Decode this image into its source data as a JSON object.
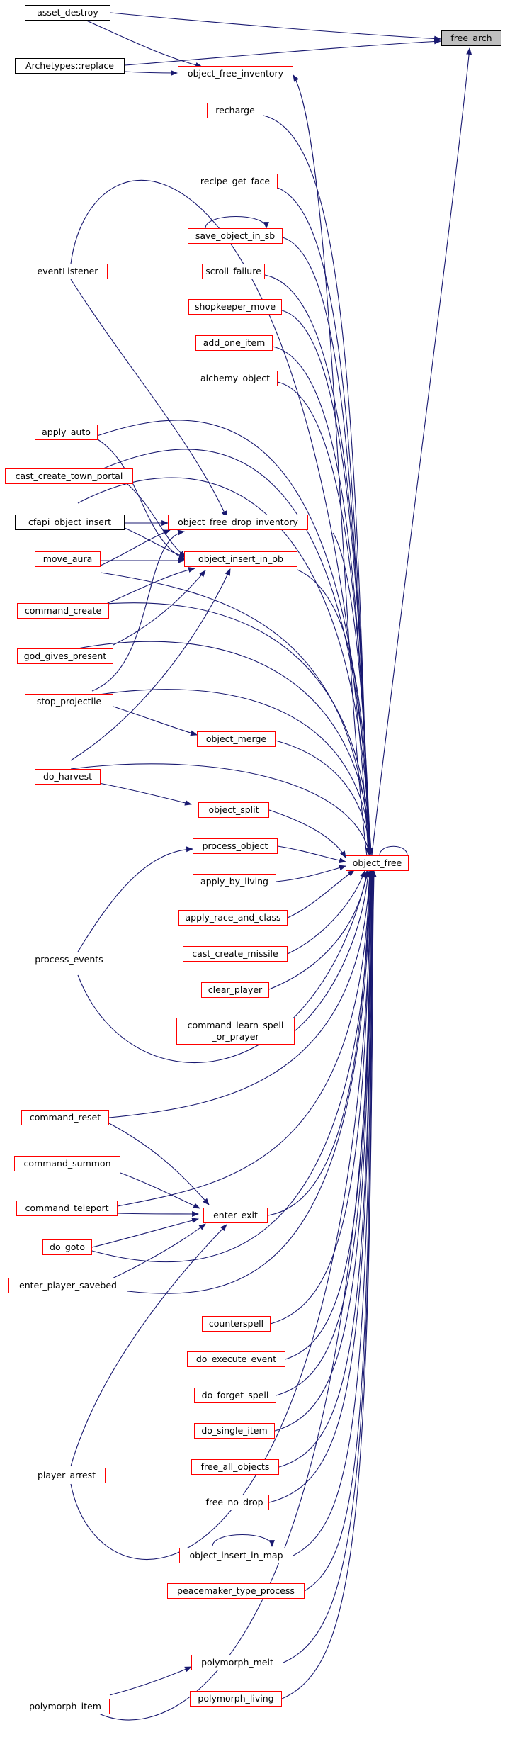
{
  "diagram": {
    "type": "call-graph",
    "edge_color": "#191970",
    "node_border_default": "#ff0000",
    "node_border_plain": "#000000",
    "focus_fill": "#bfbfbf",
    "nodes": {
      "free_arch": "free_arch",
      "asset_destroy": "asset_destroy",
      "archetypes_replace": "Archetypes::replace",
      "object_free_inventory": "object_free_inventory",
      "recharge": "recharge",
      "recipe_get_face": "recipe_get_face",
      "save_object_in_sb": "save_object_in_sb",
      "event_listener": "eventListener",
      "scroll_failure": "scroll_failure",
      "shopkeeper_move": "shopkeeper_move",
      "add_one_item": "add_one_item",
      "alchemy_object": "alchemy_object",
      "apply_auto": "apply_auto",
      "cast_create_town_portal": "cast_create_town_portal",
      "cfapi_object_insert": "cfapi_object_insert",
      "object_free_drop_inventory": "object_free_drop_inventory",
      "move_aura": "move_aura",
      "object_insert_in_ob": "object_insert_in_ob",
      "command_create": "command_create",
      "god_gives_present": "god_gives_present",
      "stop_projectile": "stop_projectile",
      "object_merge": "object_merge",
      "do_harvest": "do_harvest",
      "object_split": "object_split",
      "process_object": "process_object",
      "object_free": "object_free",
      "apply_by_living": "apply_by_living",
      "apply_race_and_class": "apply_race_and_class",
      "process_events": "process_events",
      "cast_create_missile": "cast_create_missile",
      "clear_player": "clear_player",
      "command_learn_spell_or_prayer": "command_learn_spell\n_or_prayer",
      "command_reset": "command_reset",
      "command_summon": "command_summon",
      "command_teleport": "command_teleport",
      "enter_exit": "enter_exit",
      "do_goto": "do_goto",
      "enter_player_savebed": "enter_player_savebed",
      "counterspell": "counterspell",
      "do_execute_event": "do_execute_event",
      "do_forget_spell": "do_forget_spell",
      "do_single_item": "do_single_item",
      "player_arrest": "player_arrest",
      "free_all_objects": "free_all_objects",
      "free_no_drop": "free_no_drop",
      "object_insert_in_map": "object_insert_in_map",
      "peacemaker_type_process": "peacemaker_type_process",
      "polymorph_melt": "polymorph_melt",
      "polymorph_item": "polymorph_item",
      "polymorph_living": "polymorph_living"
    }
  }
}
